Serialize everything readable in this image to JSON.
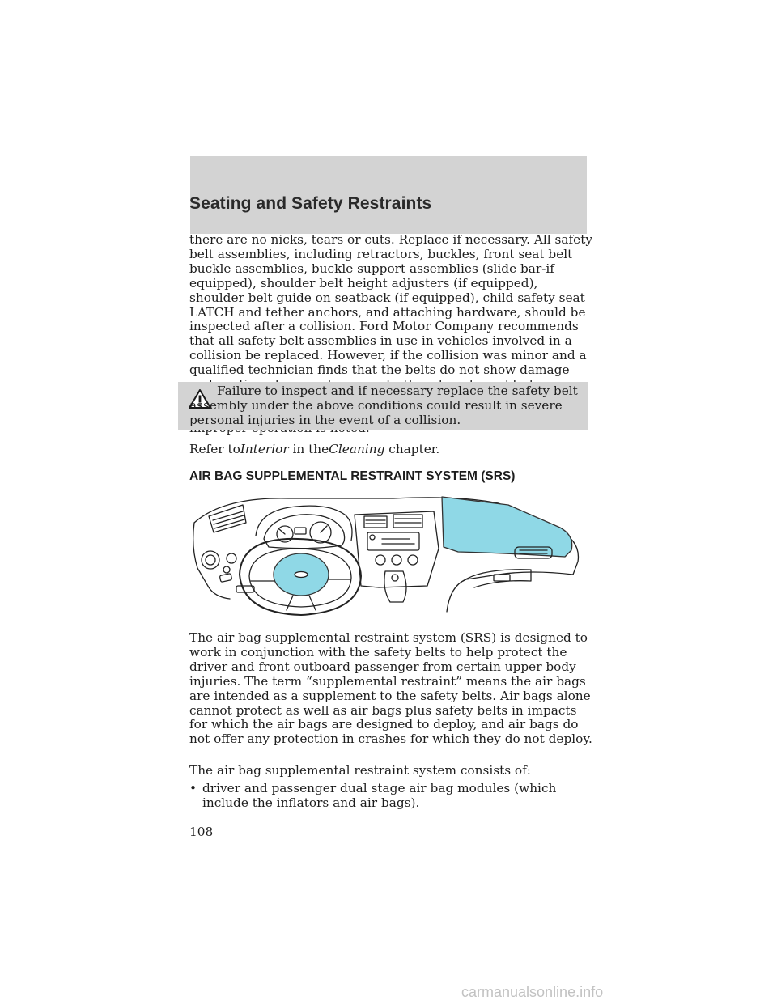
{
  "header": {
    "title": "Seating and Safety Restraints"
  },
  "paragraphs": {
    "p1": "there are no nicks, tears or cuts. Replace if necessary. All safety belt assemblies, including retractors, buckles, front seat belt buckle assemblies, buckle support assemblies (slide bar-if equipped), shoulder belt height adjusters (if equipped), shoulder belt guide on seatback (if equipped), child safety seat LATCH and tether anchors, and attaching hardware, should be inspected after a collision. Ford Motor Company recommends that all safety belt assemblies in use in vehicles involved in a collision be replaced. However, if the collision was minor and a qualified technician finds that the belts do not show damage and continue to operate properly, they do not need to be replaced. Safety belt assemblies not in use during a collision should also be inspected and replaced if either damage or improper operation is noted.",
    "p2": "The air bag supplemental restraint system (SRS) is designed to work in conjunction with the safety belts to help protect the driver and front outboard passenger from certain upper body injuries. The term “supplemental restraint” means the air bags are intended as a supplement to the safety belts. Air bags alone cannot protect as well as air bags plus safety belts in impacts for which the air bags are designed to deploy, and air bags do not offer any protection in crashes for which they do not deploy.",
    "p3": "The air bag supplemental restraint system consists of:"
  },
  "warning": {
    "icon": "warning-triangle-icon",
    "text": "Failure to inspect and if necessary replace the safety belt assembly under the above conditions could result in severe personal injuries in the event of a collision."
  },
  "refer": {
    "prefix": "Refer to",
    "link1": "Interior",
    "middle": "in the",
    "link2": "Cleaning",
    "suffix": "chapter."
  },
  "subheading": "AIR BAG SUPPLEMENTAL RESTRAINT SYSTEM (SRS)",
  "figure": {
    "airbag_color": "#8fd8e6",
    "outline_color": "#222222"
  },
  "bullets": [
    {
      "marker": "•",
      "text": "driver and passenger dual stage air bag modules (which include the inflators and air bags)."
    }
  ],
  "footer": {
    "page_number": "108",
    "watermark": "carmanualsonline.info"
  }
}
